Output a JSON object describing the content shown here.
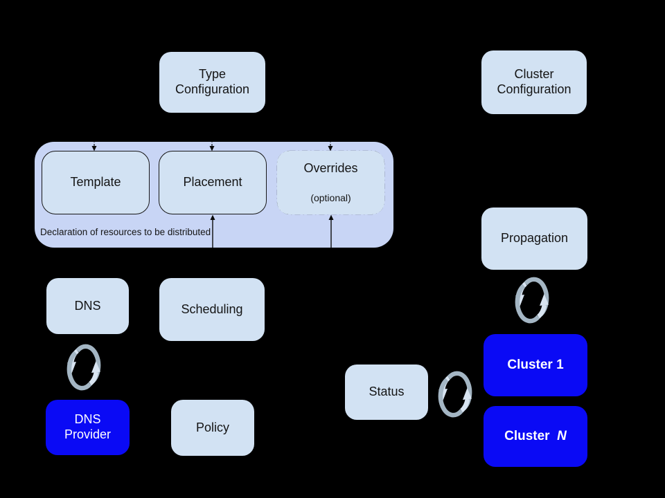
{
  "diagram": {
    "title_hint": "federation-resource-distribution-architecture",
    "colors": {
      "background": "#000000",
      "box_light": "#d2e2f3",
      "group_fill": "#c8d5f5",
      "box_blue": "#0a0af5",
      "text_dark": "#141414",
      "text_white": "#ffffff",
      "line_dark": "#0a0a0a",
      "sync_dark": "#a4b6c4",
      "sync_light": "#d8e4f1"
    },
    "icons": [
      {
        "name": "sync-icon",
        "glyph": "two-curved-arrows-cycle",
        "count": 3
      }
    ],
    "nodes": {
      "type_config": {
        "label": "Type\nConfiguration"
      },
      "cluster_config": {
        "label": "Cluster\nConfiguration"
      },
      "template": {
        "label": "Template"
      },
      "placement": {
        "label": "Placement"
      },
      "overrides": {
        "title": "Overrides",
        "subtitle": "(optional)"
      },
      "group_caption": "Declaration of resources to be distributed",
      "dns": {
        "label": "DNS"
      },
      "scheduling": {
        "label": "Scheduling"
      },
      "dns_provider": {
        "label": "DNS\nProvider"
      },
      "policy": {
        "label": "Policy"
      },
      "propagation": {
        "label": "Propagation"
      },
      "status": {
        "label": "Status"
      },
      "cluster_1": {
        "label": "Cluster 1"
      },
      "cluster_n": {
        "prefix": "Cluster",
        "italic_suffix": "N"
      }
    }
  }
}
